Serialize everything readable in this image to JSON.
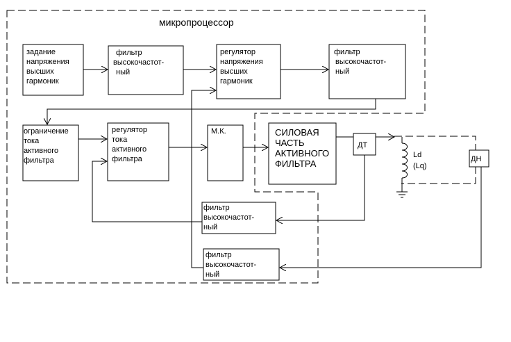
{
  "diagram": {
    "title": "микропроцессор",
    "blocks": {
      "harmonics_setpoint": [
        "задание",
        "напряжения",
        "высших",
        "гармоник"
      ],
      "hf_filter_1": [
        "фильтр",
        "высокочастот-",
        "ный"
      ],
      "harmonics_regulator": [
        "регулятор",
        "напряжения",
        "высших",
        "гармоник"
      ],
      "hf_filter_2": [
        "фильтр",
        "высокочастот-",
        "ный"
      ],
      "current_limit": [
        "ограничение",
        "тока",
        "активного",
        "фильтра"
      ],
      "current_regulator": [
        "регулятор",
        "тока",
        "активного",
        "фильтра"
      ],
      "mk": [
        "М.К."
      ],
      "power_part": [
        "СИЛОВАЯ",
        "ЧАСТЬ",
        "АКТИВНОГО",
        "ФИЛЬТРА"
      ],
      "current_sensor": [
        "ДТ"
      ],
      "voltage_sensor": [
        "ДН"
      ],
      "hf_filter_3": [
        "фильтр",
        "высокочастот-",
        "ный"
      ],
      "hf_filter_4": [
        "фильтр",
        "высокочастот-",
        "ный"
      ]
    },
    "inductor_label": [
      "Ld",
      "(Lq)"
    ]
  }
}
